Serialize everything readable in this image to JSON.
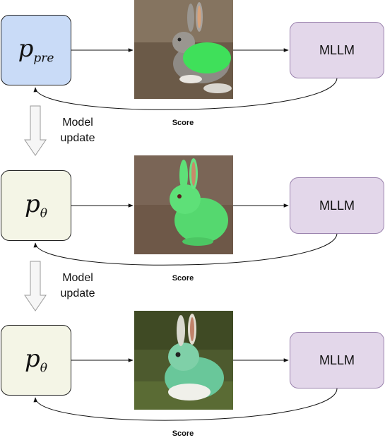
{
  "rows": [
    {
      "model_symbol": "p",
      "model_subscript": "pre",
      "model_type": "pre",
      "evaluator": "MLLM",
      "feedback": "Score",
      "image_desc": "grey-rabbit-green-vest"
    },
    {
      "model_symbol": "p",
      "model_subscript": "θ",
      "model_type": "theta",
      "evaluator": "MLLM",
      "feedback": "Score",
      "image_desc": "green-rabbit"
    },
    {
      "model_symbol": "p",
      "model_subscript": "θ",
      "model_type": "theta",
      "evaluator": "MLLM",
      "feedback": "Score",
      "image_desc": "green-white-rabbit-grass"
    }
  ],
  "updates": [
    {
      "line1": "Model",
      "line2": "update"
    },
    {
      "line1": "Model",
      "line2": "update"
    }
  ],
  "colors": {
    "pre_fill": "#c9dbf7",
    "theta_fill": "#f4f5e6",
    "mllm_fill": "#e3d7ea",
    "mllm_border": "#9a82ad"
  }
}
